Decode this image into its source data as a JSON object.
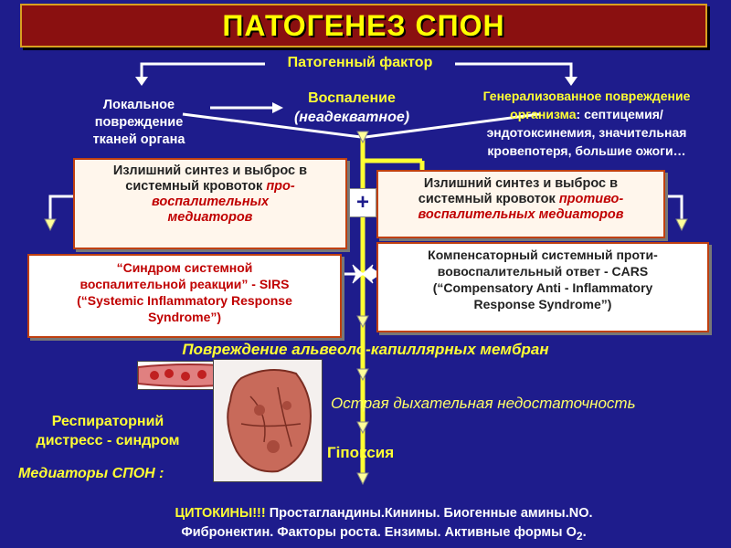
{
  "title": "ПАТОГЕНЕЗ СПОН",
  "pathogenic_factor": "Патогенный фактор",
  "local_damage": [
    "Локальнoе",
    "повреждение",
    "тканей органа"
  ],
  "inflammation": {
    "line1": "Воспаление",
    "line2": "(неадекватное)"
  },
  "generalized": {
    "line1": "Генерализованное повреждение",
    "line2_bold": "организма",
    "line2_rest": ": септицемия/",
    "line3": "эндотоксинемия, значительная",
    "line4": "кровепотеря, большие ожоги…"
  },
  "pro_box": {
    "line1": "Излишний синтез и выброс в",
    "line2_plain": "системный кровоток ",
    "line2_red": "про-",
    "line3": "воспалительных",
    "line4": "медиаторов"
  },
  "plus_sign": "+",
  "anti_box": {
    "line1": "Излишний синтез и выброс в",
    "line2_plain": "системный кровоток ",
    "line2_red": "противо-",
    "line3": "воспалительных медиаторов"
  },
  "sirs_box": {
    "line1": "“Синдром системной",
    "line2": "воспалительной реакции” -  SIRS",
    "line3": "(“Systemic Inflammatory Response",
    "line4": "Syndrome”)"
  },
  "cars_box": {
    "line1": "Компенсаторный системный проти-",
    "line2": "вовоспалительный ответ - CARS",
    "line3": "(“Compensatory  Anti - Inflammatory",
    "line4": "Response Syndrome”)"
  },
  "membrane_damage": "Повреждение альвеоло-капиллярных мембран",
  "resp_failure": "Острая дыхательная недостаточность",
  "rds": [
    "Респираторний",
    "дистресс - синдром"
  ],
  "hypoxia": "Гіпоксия",
  "mediators_label": "Медиаторы СПОН :",
  "bottom": {
    "cytokines": "ЦИТОКИНЫ!!!",
    "line1_rest": " Простагландины.Кинины. Биогенные амины.NO.",
    "line2": "Фибронектин. Факторы роста. Ензимы. Активные формы О",
    "line2_sub": "2",
    "line2_end": "."
  },
  "colors": {
    "background": "#1e1c8c",
    "title_bg": "#8a1010",
    "accent_yellow": "#ffff33",
    "box_border": "#c04010",
    "red_text": "#c00000"
  }
}
